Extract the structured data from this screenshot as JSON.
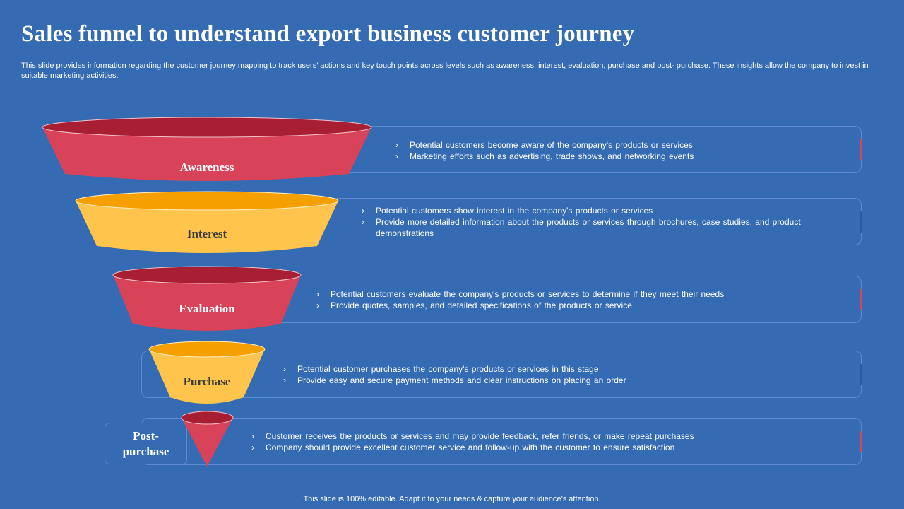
{
  "title": "Sales funnel to understand export business customer journey",
  "subtitle": "This slide provides information regarding the customer journey mapping to track users’ actions and key touch points across levels such as awareness, interest, evaluation, purchase and post- purchase. These insights allow the company to invest in suitable marketing activities.",
  "colors": {
    "background": "#356bb3",
    "red_light": "#d9435a",
    "red_dark": "#a81f34",
    "yellow_light": "#ffc44c",
    "yellow_dark": "#f59f00"
  },
  "stages": [
    {
      "label": "Awareness",
      "bullets": [
        "Potential customers become aware of the company's products or services",
        "Marketing efforts such as advertising, trade shows, and networking events"
      ]
    },
    {
      "label": "Interest",
      "bullets": [
        "Potential customers show interest in the company's products or services",
        "Provide more detailed information about the products or services through brochures, case studies, and product demonstrations"
      ]
    },
    {
      "label": "Evaluation",
      "bullets": [
        "Potential customers evaluate the company's products or services to determine if they meet their needs",
        "Provide quotes, samples, and detailed specifications of the products or service"
      ]
    },
    {
      "label": "Purchase",
      "bullets": [
        "Potential customer purchases the company's products or services in this stage",
        "Provide easy and secure payment methods and clear instructions on placing an order"
      ]
    },
    {
      "label": "Post-\npurchase",
      "bullets": [
        "Customer receives the products or services and may provide feedback, refer friends, or make repeat purchases",
        "Company should provide excellent customer service and follow-up with the customer to ensure satisfaction"
      ]
    }
  ],
  "footer": "This slide is 100% editable. Adapt it to your needs & capture your audience’s attention."
}
